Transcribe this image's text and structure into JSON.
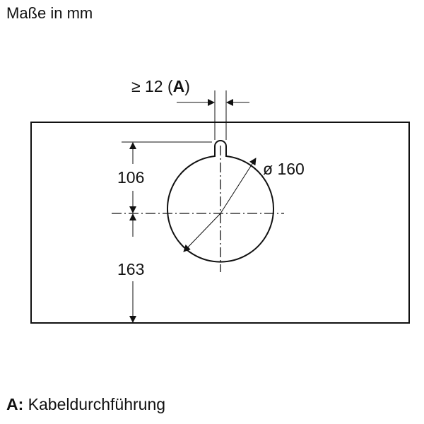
{
  "header": {
    "title": "Maße in mm"
  },
  "drawing": {
    "cutout_width_note": "≥ 12 (",
    "cutout_width_label": "A",
    "cutout_width_close": ")",
    "dim_top": "106",
    "dim_bottom": "163",
    "diameter": "ø 160",
    "colors": {
      "line": "#111111",
      "background": "#ffffff"
    }
  },
  "legend": {
    "key": "A:",
    "text": " Kabeldurchführung"
  }
}
